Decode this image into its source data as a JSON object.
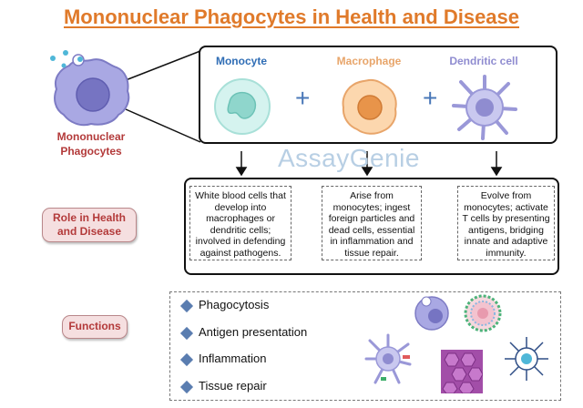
{
  "title": "Mononuclear Phagocytes in Health and Disease",
  "left_label": {
    "line1": "Mononuclear",
    "line2": "Phagocytes"
  },
  "cells": [
    {
      "label": "Monocyte",
      "color": "#2f6db5"
    },
    {
      "label": "Macrophage",
      "color": "#e8a56a"
    },
    {
      "label": "Dendritic cell",
      "color": "#8f8cd0"
    }
  ],
  "plus": "+",
  "watermark": "AssayGenie",
  "role_label": {
    "line1": "Role in Health",
    "line2": "and Disease"
  },
  "descriptions": [
    "White blood cells that develop into macrophages or dendritic cells; involved in defending against pathogens.",
    "Arise from monocytes; ingest foreign particles and dead cells, essential in inflammation and tissue repair.",
    "Evolve from monocytes; activate T cells by presenting antigens, bridging innate and adaptive immunity."
  ],
  "functions_label": "Functions",
  "functions": [
    "Phagocytosis",
    "Antigen presentation",
    "Inflammation",
    "Tissue repair"
  ],
  "colors": {
    "title": "#e07a2a",
    "label_red": "#b33a3a",
    "plus_blue": "#4a78b8",
    "diamond": "#5a7db0",
    "cell_purple": "#a9a8e3"
  }
}
